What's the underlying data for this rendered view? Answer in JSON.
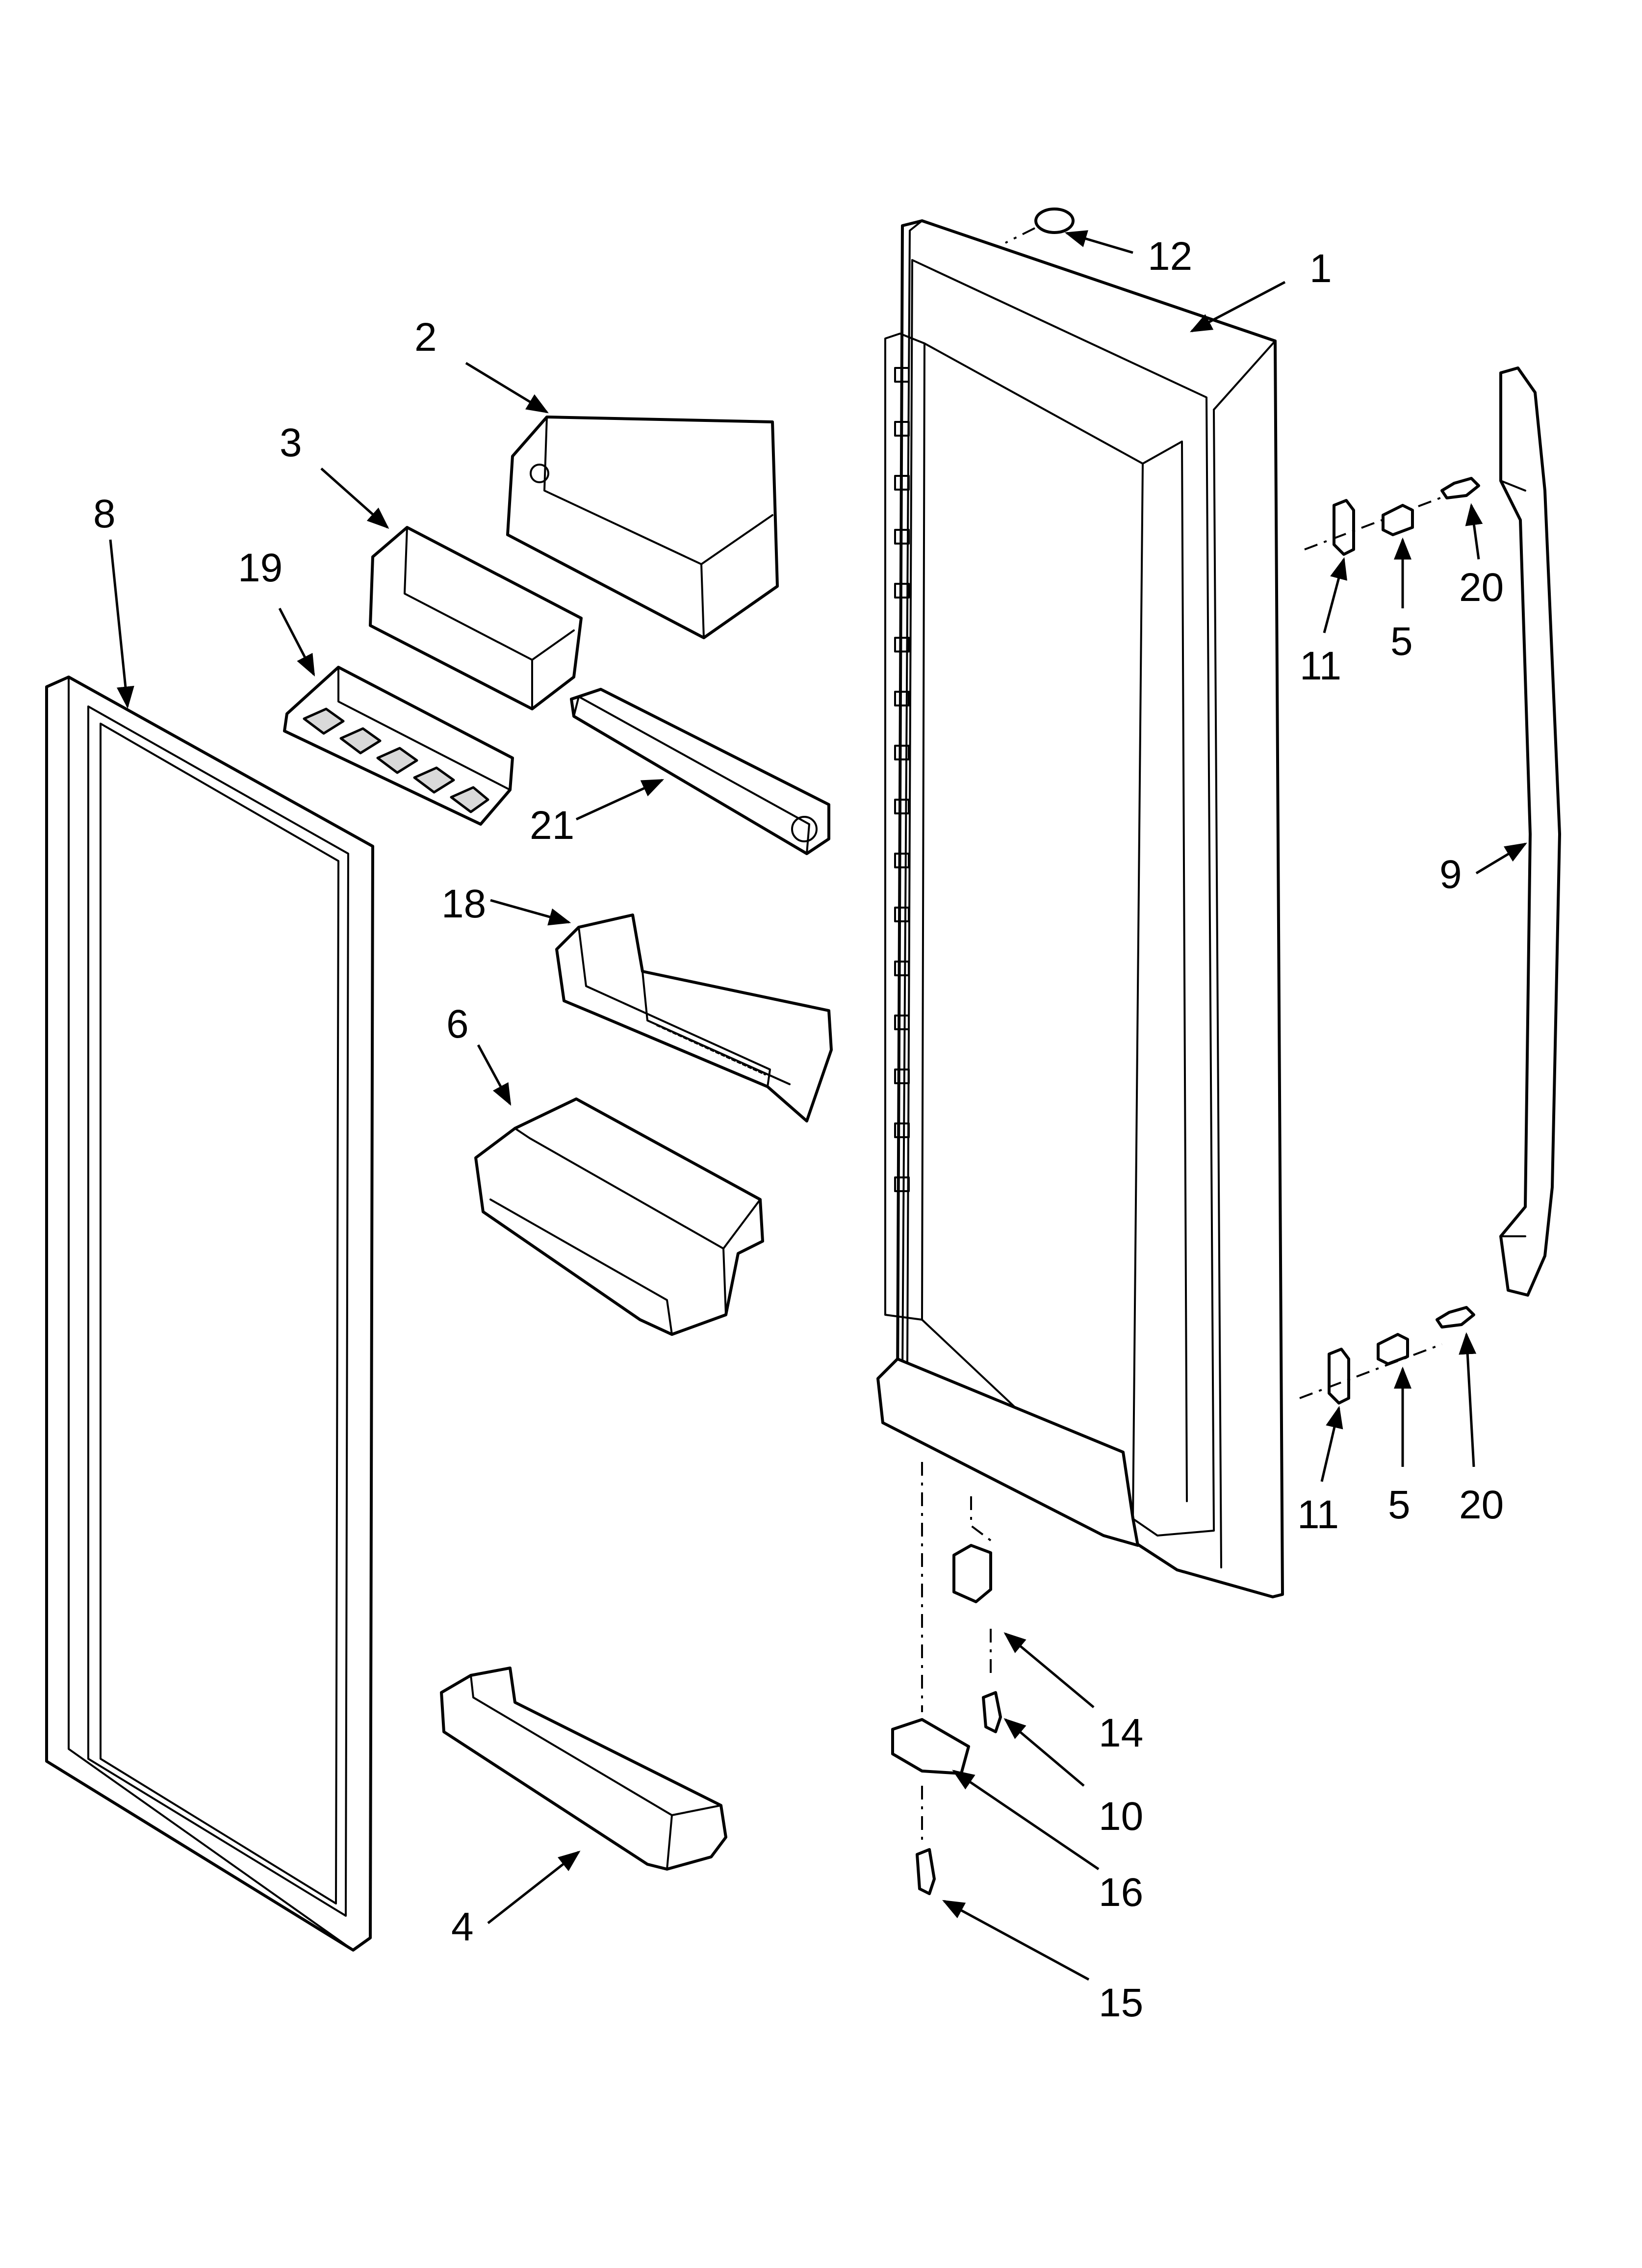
{
  "colors": {
    "line": "#000000",
    "background": "#ffffff",
    "shade": "#d9d9d9"
  },
  "callouts": {
    "c1": "1",
    "c2": "2",
    "c3": "3",
    "c4": "4",
    "c5a": "5",
    "c5b": "5",
    "c6": "6",
    "c8": "8",
    "c9": "9",
    "c10": "10",
    "c11a": "11",
    "c11b": "11",
    "c12": "12",
    "c14": "14",
    "c15": "15",
    "c16": "16",
    "c18": "18",
    "c19": "19",
    "c20a": "20",
    "c20b": "20",
    "c21": "21"
  }
}
